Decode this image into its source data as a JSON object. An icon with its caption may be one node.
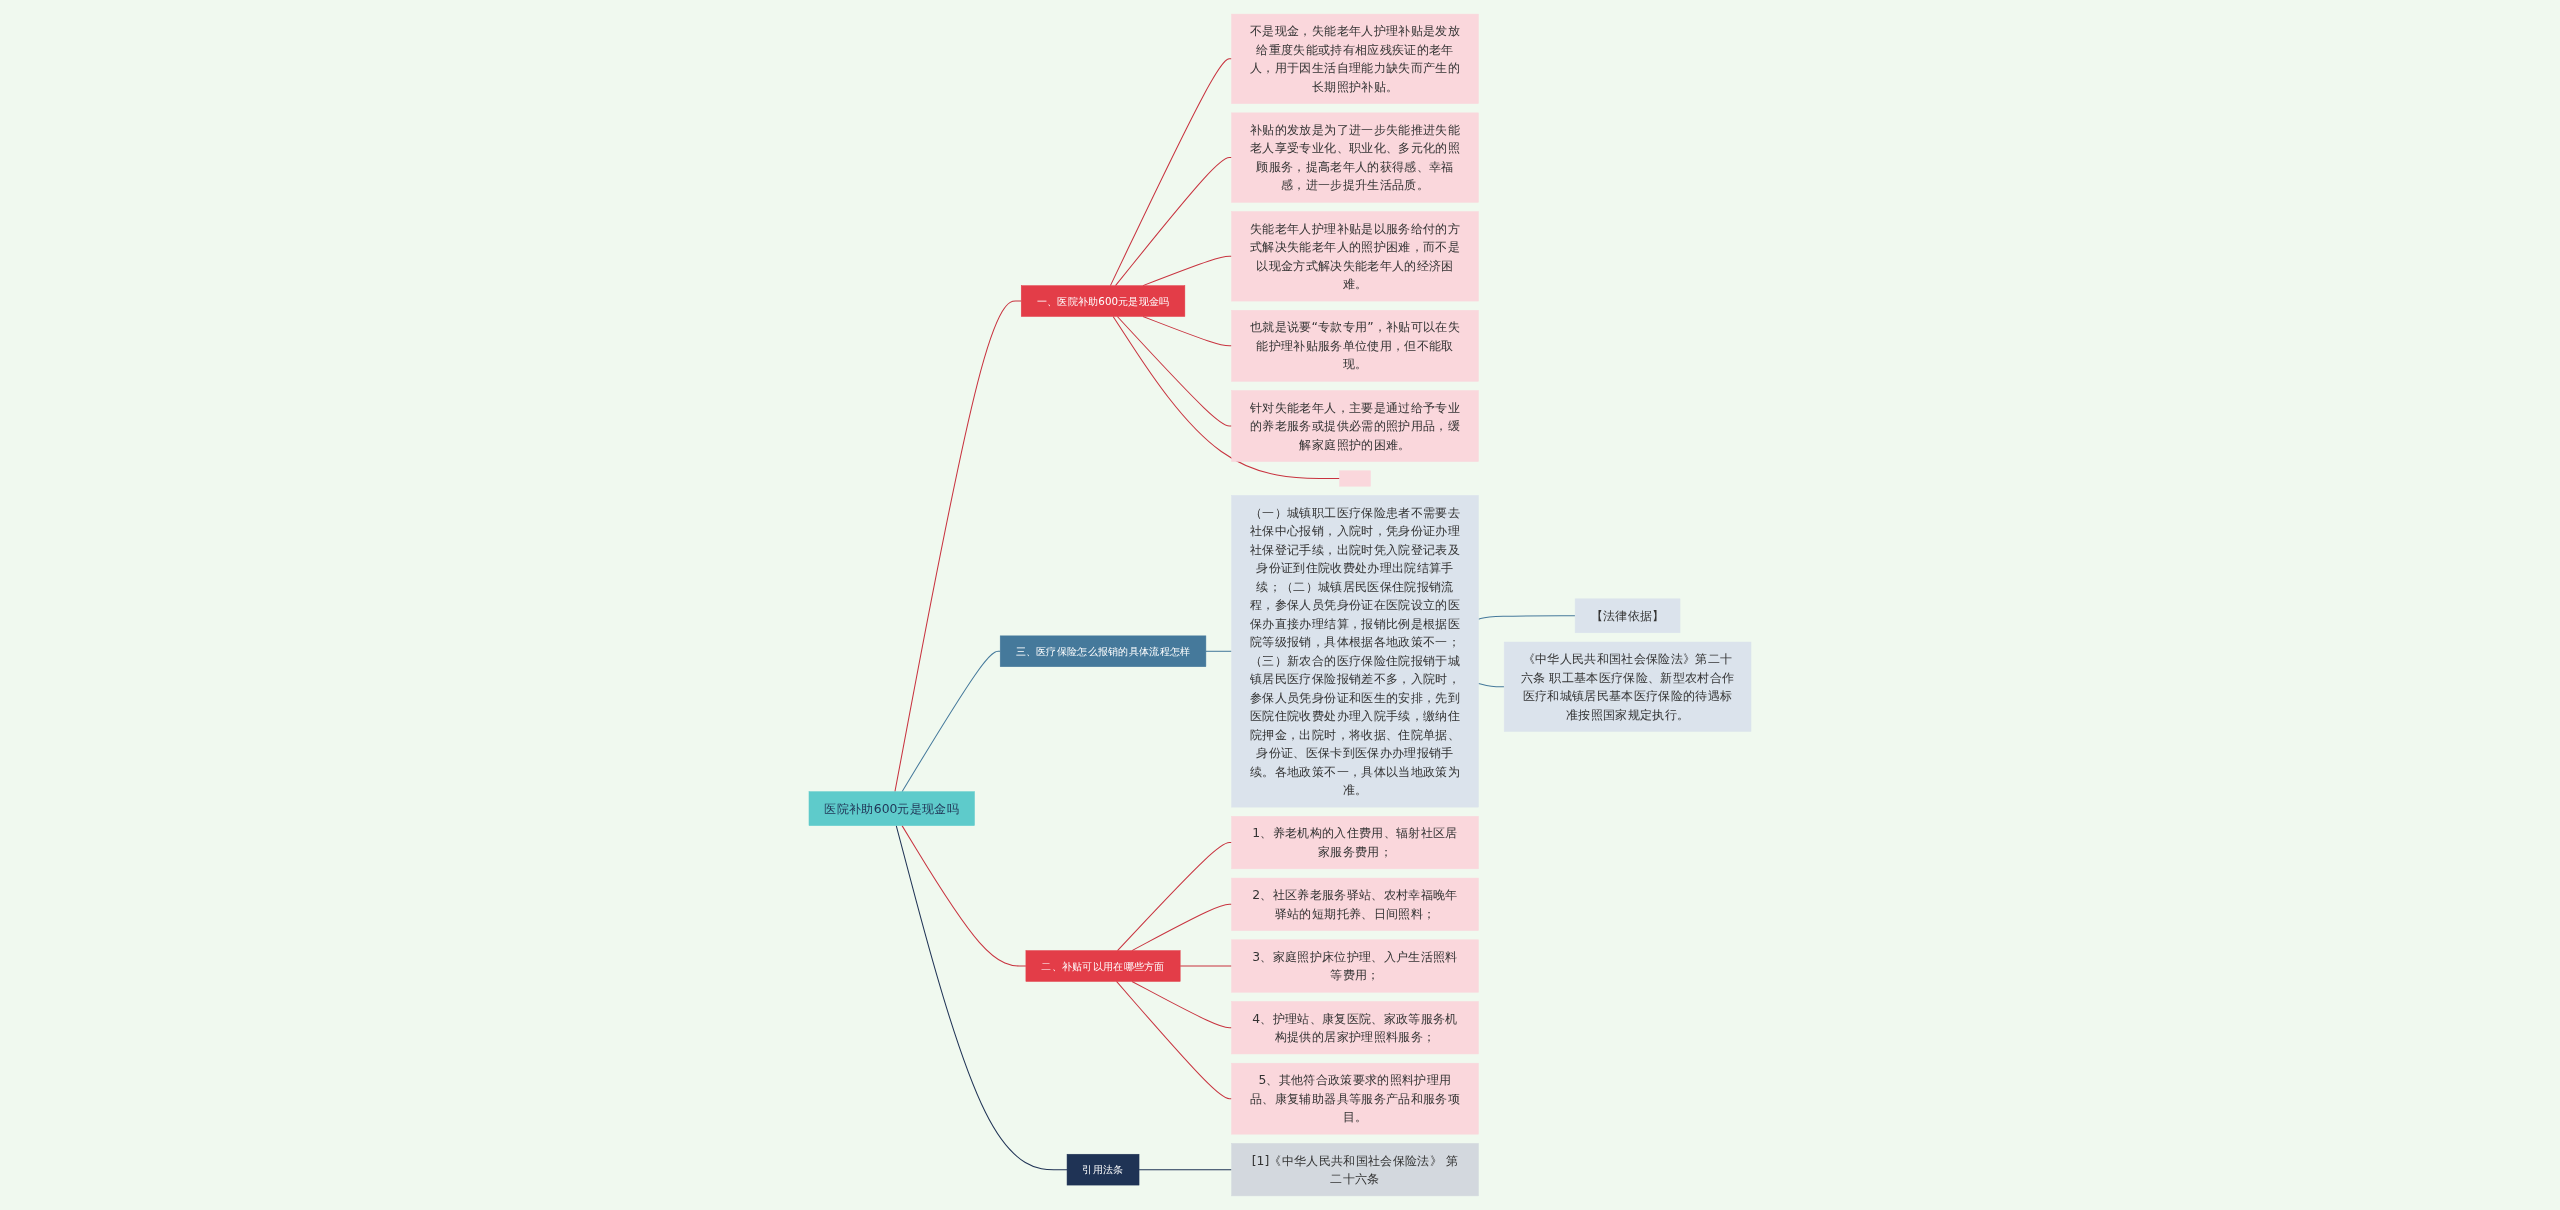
{
  "diagram": {
    "nodes": [
      {
        "text": [
          "医院补助600元是现金吗"
        ]
      },
      {
        "text": [
          "一、医院补助600元是现金吗"
        ]
      },
      {
        "text": [
          "不是现金，失能老年人护理补贴是发放给重度失能或持有相应残疾证的老年人，用于因生活自理能力缺失而产生的长期照护补贴。"
        ]
      },
      {
        "text": [
          "补贴的发放是为了进一步失能推进失能老人享受专业化、职业化、多元化的照顾服务，提高老年人的获得感、幸福感，进一步提升生活品质。"
        ]
      },
      {
        "text": [
          "失能老年人护理补贴是以服务给付的方式解决失能老年人的照护困难，而不是以现金方式解决失能老年人的经济困难。"
        ]
      },
      {
        "text": [
          "也就是说要“专款专用”，补贴可以在失能护理补贴服务单位使用，但不能取现。"
        ]
      },
      {
        "text": [
          "针对失能老年人，主要是通过给予专业的养老服务或提供必需的照护用品，缓解家庭照护的困难。"
        ]
      },
      {
        "text": [],
        "shape": "box"
      },
      {
        "text": [
          "三、医疗保险怎么报销的具体流程怎样"
        ]
      },
      {
        "text": [
          "（一）城镇职工医疗保险患者不需要去社保中心报销，入院时，凭身份证办理社保登记手续，出院时凭入院登记表及身份证到住院收费处办理出院结算手续；（二）城镇居民医保住院报销流程，参保人员凭身份证在医院设立的医保办直接办理结算，报销比例是根据医院等级报销，具体根据各地政策不一；（三）新农合的医疗保险住院报销于城镇居民医疗保险报销差不多，入院时，参保人员凭身份证和医生的安排，先到医院住院收费处办理入院手续，缴纳住院押金，出院时，将收据、住院单据、身份证、医保卡到医保办办理报销手续。各地政策不一，具体以当地政策为准。"
        ]
      },
      {
        "text": [
          "【法律依据】"
        ]
      },
      {
        "text": [
          "《中华人民共和国社会保险法》第二十六条 职工基本医疗保险、新型农村合作医疗和城镇居民基本医疗保险的待遇标准按照国家规定执行。"
        ]
      },
      {
        "text": [
          "二、补贴可以用在哪些方面"
        ]
      },
      {
        "text": [
          "1、养老机构的入住费用、辐射社区居家服务费用；"
        ]
      },
      {
        "text": [
          "2、社区养老服务驿站、农村幸福晚年驿站的短期托养、日间照料；"
        ]
      },
      {
        "text": [
          "3、家庭照护床位护理、入户生活照料等费用；"
        ]
      },
      {
        "text": [
          "4、护理站、康复医院、家政等服务机构提供的居家护理照料服务；"
        ]
      },
      {
        "text": [
          "5、其他符合政策要求的照料护理用品、康复辅助器具等服务产品和服务项目。"
        ]
      },
      {
        "text": [
          "引用法条"
        ]
      },
      {
        "text": [
          "[1]《中华人民共和国社会保险法》 第二十六条"
        ]
      }
    ],
    "edges": [
      {
        "from": 0,
        "to": 1,
        "arrow": "none"
      },
      {
        "from": 1,
        "to": 2,
        "arrow": "none"
      },
      {
        "from": 1,
        "to": 3,
        "arrow": "none"
      },
      {
        "from": 1,
        "to": 4,
        "arrow": "none"
      },
      {
        "from": 1,
        "to": 5,
        "arrow": "none"
      },
      {
        "from": 1,
        "to": 6,
        "arrow": "none"
      },
      {
        "from": 1,
        "to": 7,
        "arrow": "none"
      },
      {
        "from": 0,
        "to": 8,
        "arrow": "none",
        "color": "#45799b"
      },
      {
        "from": 8,
        "to": 9,
        "arrow": "none",
        "color": "#45799b"
      },
      {
        "from": 9,
        "to": 10,
        "arrow": "none",
        "color": "#45799b"
      },
      {
        "from": 9,
        "to": 11,
        "arrow": "none",
        "color": "#45799b"
      },
      {
        "from": 0,
        "to": 12,
        "arrow": "none"
      },
      {
        "from": 12,
        "to": 13,
        "arrow": "none"
      },
      {
        "from": 12,
        "to": 14,
        "arrow": "none"
      },
      {
        "from": 12,
        "to": 15,
        "arrow": "none"
      },
      {
        "from": 12,
        "to": 16,
        "arrow": "none"
      },
      {
        "from": 12,
        "to": 17,
        "arrow": "none"
      },
      {
        "from": 0,
        "to": 18,
        "arrow": "none",
        "color": "#1f3355"
      },
      {
        "from": 18,
        "to": 19,
        "arrow": "none",
        "color": "#1f3355"
      }
    ]
  }
}
